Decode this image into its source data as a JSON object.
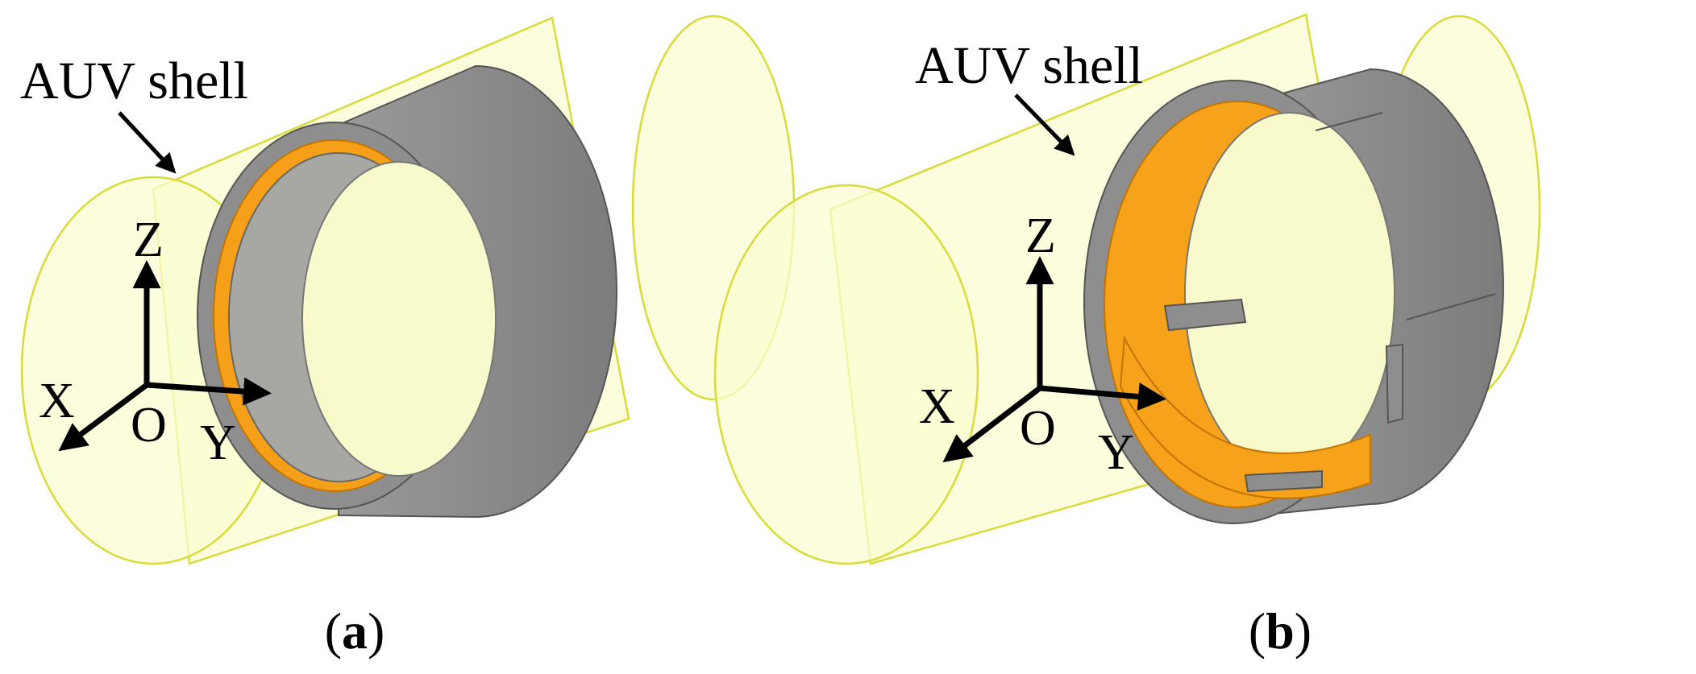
{
  "panels": [
    {
      "id": "a",
      "shell_label": "AUV shell",
      "axes": {
        "z": "Z",
        "x": "X",
        "y": "Y",
        "origin": "O"
      },
      "caption_open": "(",
      "caption_letter": "a",
      "caption_close": ")"
    },
    {
      "id": "b",
      "shell_label": "AUV shell",
      "axes": {
        "z": "Z",
        "x": "X",
        "y": "Y",
        "origin": "O"
      },
      "caption_open": "(",
      "caption_letter": "b",
      "caption_close": ")"
    }
  ],
  "colors": {
    "shell_fill": "#fbfcd0",
    "shell_stroke": "#d7dc3a",
    "ring_gray": "#8c8c8c",
    "ring_gray_dark": "#6f6f6f",
    "coil_orange": "#f7a21b",
    "axis": "#000000"
  }
}
